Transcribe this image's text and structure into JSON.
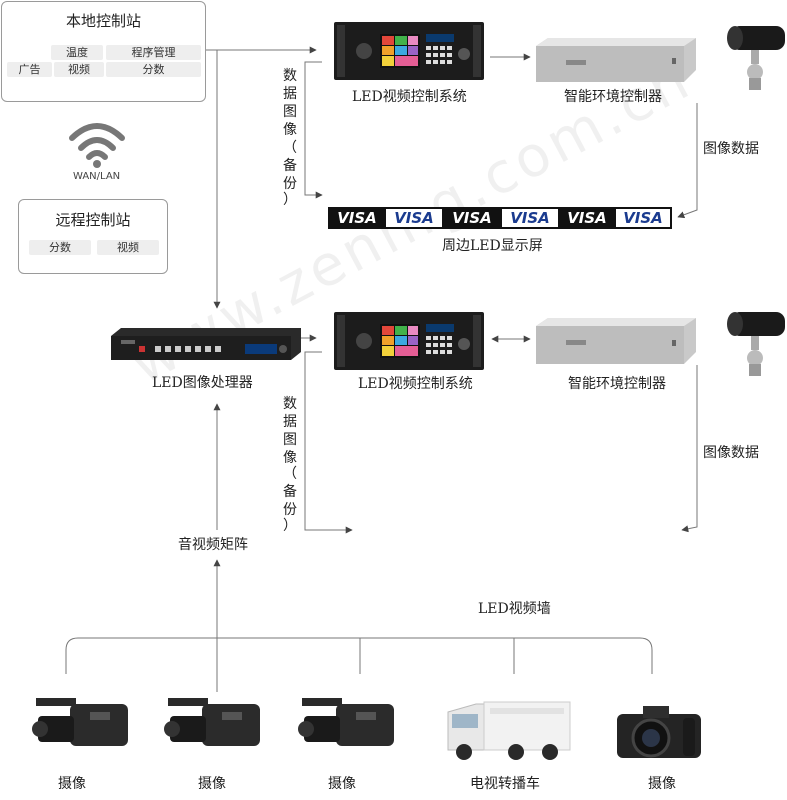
{
  "local_station": {
    "title": "本地控制站",
    "items": [
      "温度",
      "程序管理",
      "广告",
      "视频",
      "分数"
    ]
  },
  "network_label": "WAN/LAN",
  "remote_station": {
    "title": "远程控制站",
    "items": [
      "分数",
      "视频"
    ]
  },
  "top_row": {
    "led_control": "LED视频控制系统",
    "env_controller": "智能环境控制器",
    "backup_label": [
      "数",
      "据",
      "图",
      "像",
      "（",
      "备",
      "份",
      "）"
    ],
    "image_data": "图像数据",
    "visa_tiles": [
      "VISA",
      "VISA",
      "VISA",
      "VISA",
      "VISA",
      "VISA"
    ],
    "perimeter_screen": "周边LED显示屏"
  },
  "middle_row": {
    "processor": "LED图像处理器",
    "led_control": "LED视频控制系统",
    "env_controller": "智能环境控制器",
    "backup_label": [
      "数",
      "据",
      "图",
      "像",
      "（",
      "备",
      "份",
      "）"
    ],
    "image_data": "图像数据",
    "av_matrix": "音视频矩阵"
  },
  "video_wall": "LED视频墙",
  "sources": [
    "摄像",
    "摄像",
    "摄像",
    "电视转播车",
    "摄像"
  ],
  "watermark": "www.zenmg.com.cn"
}
